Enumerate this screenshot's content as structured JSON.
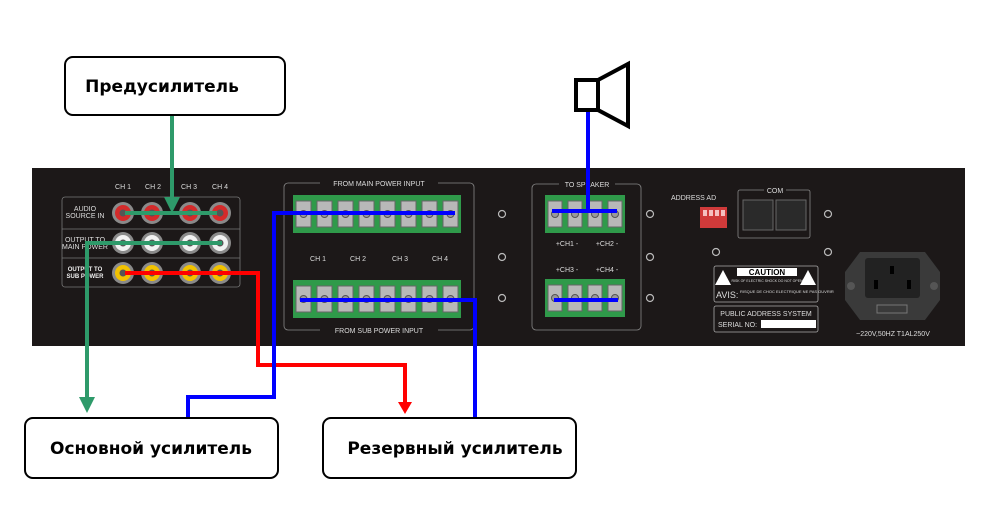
{
  "boxes": {
    "preamp": "Предусилитель",
    "main_amp": "Основной усилитель",
    "reserve_amp": "Резервный усилитель"
  },
  "panel": {
    "rca_channels": [
      "CH 1",
      "CH 2",
      "CH 3",
      "CH 4"
    ],
    "rca_rows": [
      [
        "AUDIO",
        "SOURCE IN"
      ],
      [
        "OUTPUT TO",
        "MAIN POWER"
      ],
      [
        "OUTPUT TO",
        "SUB POWER"
      ]
    ],
    "main_power_input": "FROM MAIN POWER INPUT",
    "sub_power_input": "FROM SUB POWER INPUT",
    "terminal_channels": [
      "CH 1",
      "CH 2",
      "CH 3",
      "CH 4"
    ],
    "to_speaker": "TO SPEAKER",
    "speaker_channels": [
      "+CH1 -",
      "+CH2 -",
      "+CH3 -",
      "+CH4 -"
    ],
    "address": "ADDRESS  AD",
    "com": "COM",
    "caution": "CAUTION",
    "caution_sub": "RISK OF ELECTRIC SHOCK DO NOT OPEN",
    "avis": "AVIS:",
    "avis_sub": "RISQUE DE CHOC ELECTRIQUE NE PAS OUVRIR",
    "pa_system": "PUBLIC ADDRESS SYSTEM",
    "serial": "SERIAL NO:",
    "power_rating": "~220V,50HZ  T1AL250V"
  },
  "colors": {
    "panel": "#1c1818",
    "green_wire": "#2e9a6a",
    "red_wire": "#ff0000",
    "blue_wire": "#0000ff",
    "terminal_green": "#2f9a4a"
  }
}
